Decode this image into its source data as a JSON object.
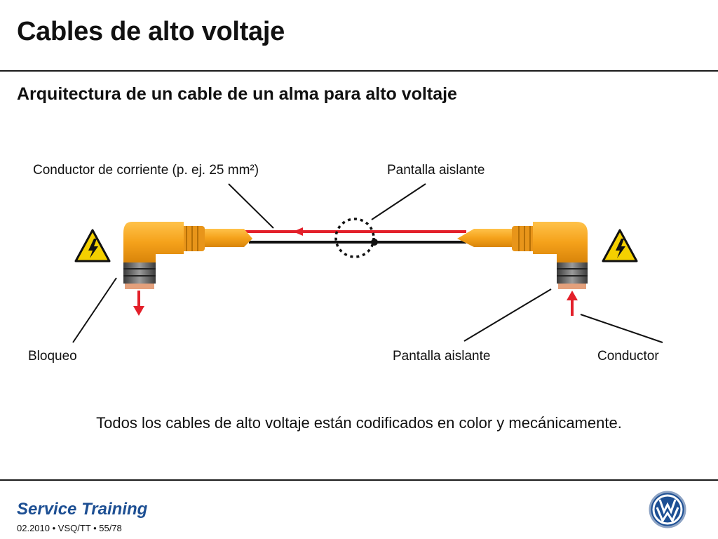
{
  "slide": {
    "title": "Cables de alto voltaje",
    "subtitle": "Arquitectura de un cable de un alma para alto voltaje",
    "note": "Todos los cables de alto voltaje están codificados en color y mecánicamente."
  },
  "diagram": {
    "labels": {
      "conductor_corriente": "Conductor de corriente (p. ej. 25 mm²)",
      "pantalla_top": "Pantalla aislante",
      "bloqueo": "Bloqueo",
      "pantalla_bottom": "Pantalla aislante",
      "conductor": "Conductor"
    },
    "icons": [
      "high-voltage-warning-icon",
      "high-voltage-warning-icon",
      "vw-logo-icon"
    ],
    "colors": {
      "cable_orange": "#f5a21b",
      "conductor_red": "#e3202a",
      "shield_black": "#111111",
      "warning_yellow": "#f4d000"
    }
  },
  "footer": {
    "brand": "Service Training",
    "meta": "02.2010 • VSQ/TT • 55/78",
    "brand_color": "#1d4f93"
  }
}
